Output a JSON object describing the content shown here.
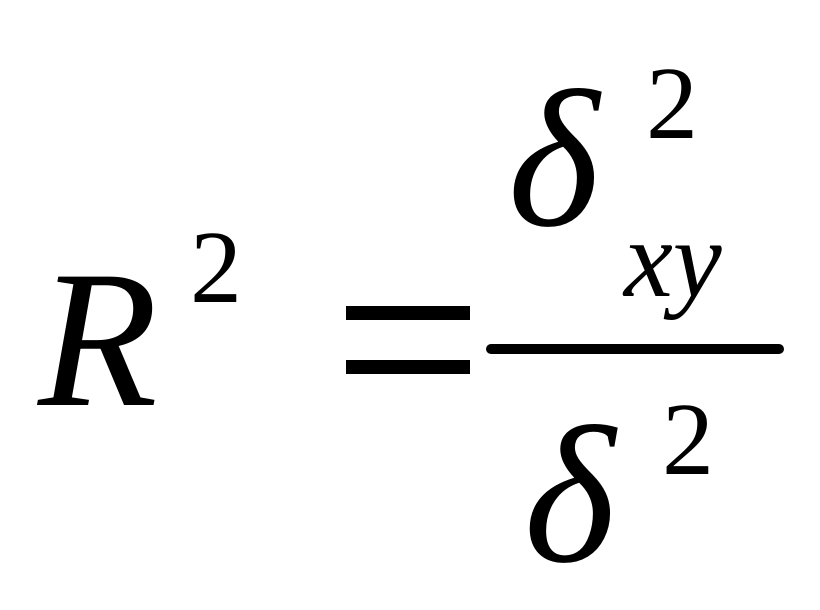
{
  "equation": {
    "lhs": {
      "base": "R",
      "exponent": "2"
    },
    "relation": "=",
    "rhs": {
      "numerator": {
        "base": "δ",
        "exponent": "2",
        "subscript": "xy"
      },
      "denominator": {
        "base": "δ",
        "exponent": "2"
      }
    }
  }
}
